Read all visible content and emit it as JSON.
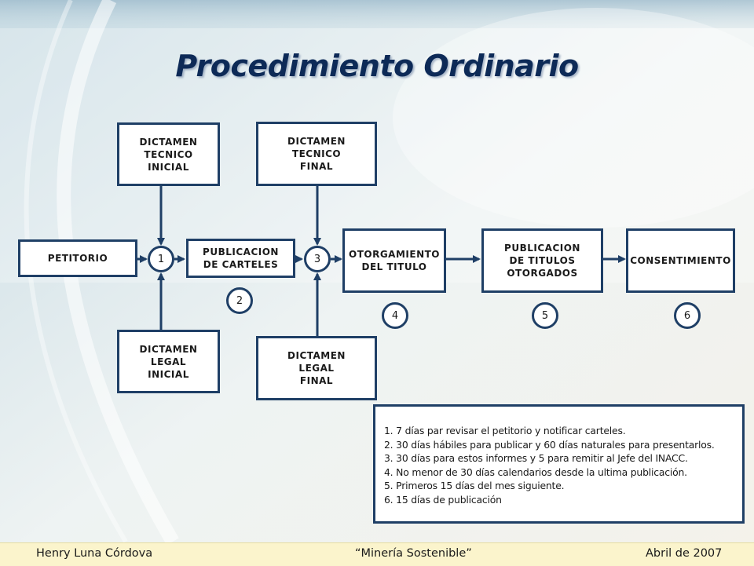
{
  "slide": {
    "title": "Procedimiento Ordinario"
  },
  "diagram": {
    "boxes": {
      "petitorio": "PETITORIO",
      "dictamen_tecnico_inicial": "DICTAMEN\nTECNICO\nINICIAL",
      "dictamen_legal_inicial": "DICTAMEN\nLEGAL\nINICIAL",
      "publicacion_carteles": "PUBLICACION\nDE CARTELES",
      "dictamen_tecnico_final": "DICTAMEN\nTECNICO\nFINAL",
      "dictamen_legal_final": "DICTAMEN\nLEGAL\nFINAL",
      "otorgamiento_titulo": "OTORGAMIENTO\nDEL TITULO",
      "publicacion_titulos": "PUBLICACION\nDE TITULOS\nOTORGADOS",
      "consentimiento": "CONSENTIMIENTO"
    },
    "steps": [
      "1",
      "2",
      "3",
      "4",
      "5",
      "6"
    ],
    "notes": [
      "1. 7 días par revisar el petitorio y notificar carteles.",
      "2. 30 días hábiles para publicar y 60 días naturales para presentarlos.",
      "3. 30 días para estos informes y 5 para  remitir al Jefe del INACC.",
      "4. No menor de 30 días calendarios desde la ultima publicación.",
      "5. Primeros 15 días del mes siguiente.",
      "6. 15 días de publicación"
    ]
  },
  "footer": {
    "author": "Henry Luna Córdova",
    "motto": "“Minería Sostenible”",
    "date": "Abril de 2007"
  },
  "colors": {
    "border": "#1f3f66",
    "title": "#0d2a57",
    "footer_bg": "#fbf4cc"
  }
}
